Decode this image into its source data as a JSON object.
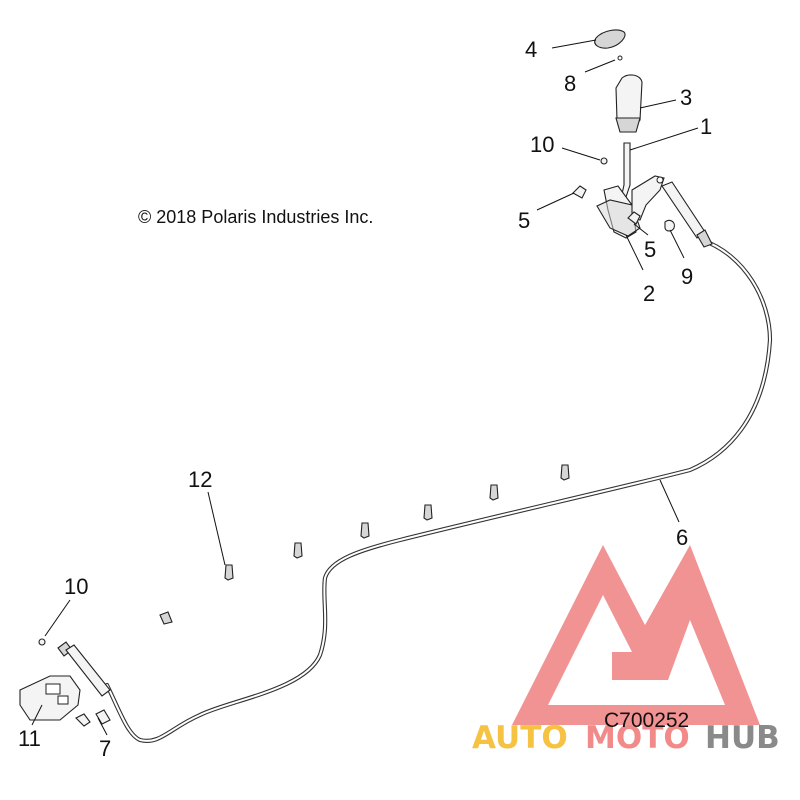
{
  "copyright": "© 2018 Polaris Industries Inc.",
  "diagram_code": "C700252",
  "watermark": {
    "word_part1": "AUTO",
    "word_part2": "MOTO",
    "word_part3": "HUB",
    "colors": {
      "triangle": "#f08080",
      "auto": "#f5c242",
      "moto": "#f28a8a",
      "hub": "#8a8a8a"
    }
  },
  "callouts": [
    {
      "id": "c1",
      "label": "1"
    },
    {
      "id": "c2",
      "label": "2"
    },
    {
      "id": "c3",
      "label": "3"
    },
    {
      "id": "c4",
      "label": "4"
    },
    {
      "id": "c5a",
      "label": "5"
    },
    {
      "id": "c5b",
      "label": "5"
    },
    {
      "id": "c6",
      "label": "6"
    },
    {
      "id": "c7",
      "label": "7"
    },
    {
      "id": "c8",
      "label": "8"
    },
    {
      "id": "c9",
      "label": "9"
    },
    {
      "id": "c10a",
      "label": "10"
    },
    {
      "id": "c10b",
      "label": "10"
    },
    {
      "id": "c11",
      "label": "11"
    },
    {
      "id": "c12",
      "label": "12"
    }
  ]
}
